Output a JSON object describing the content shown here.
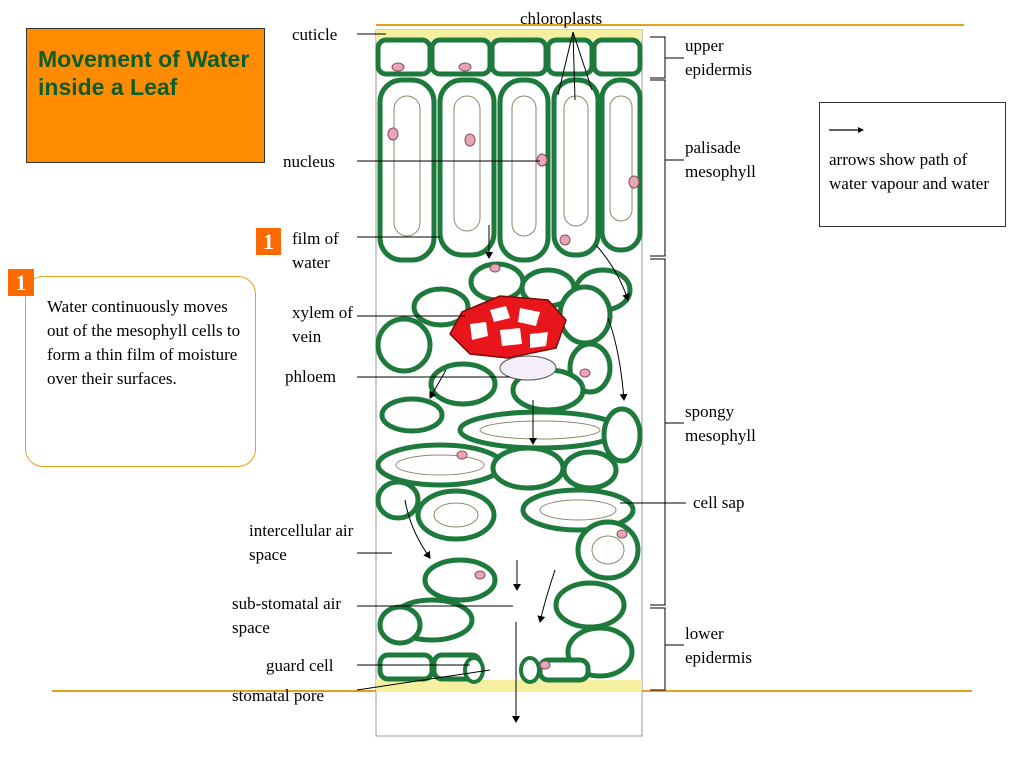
{
  "title": "Movement of Water inside a Leaf",
  "step_badge": "1",
  "note": {
    "badge": "1",
    "text": "Water continuously moves out of the mesophyll cells to form a thin film of moisture over their surfaces."
  },
  "legend": {
    "text": "arrows show path of water vapour and water"
  },
  "labels": {
    "cuticle": "cuticle",
    "chloroplasts": "chloroplasts",
    "nucleus": "nucleus",
    "film_of_water": "film of water",
    "xylem_of_vein": "xylem of vein",
    "phloem": "phloem",
    "intercellular_air_space": "intercellular air space",
    "sub_stomatal_air_space": "sub-stomatal air space",
    "guard_cell": "guard cell",
    "stomatal_pore": "stomatal pore",
    "upper_epidermis": "upper epidermis",
    "palisade_mesophyll": "palisade mesophyll",
    "spongy_mesophyll": "spongy mesophyll",
    "cell_sap": "cell sap",
    "lower_epidermis": "lower epidermis"
  },
  "colors": {
    "accent_line": "#E8A020",
    "title_bg": "#FF8C00",
    "title_text": "#0B5E2A",
    "cell_wall": "#1E7A3C",
    "xylem": "#E8151B",
    "cuticle": "#F5F0A0"
  }
}
